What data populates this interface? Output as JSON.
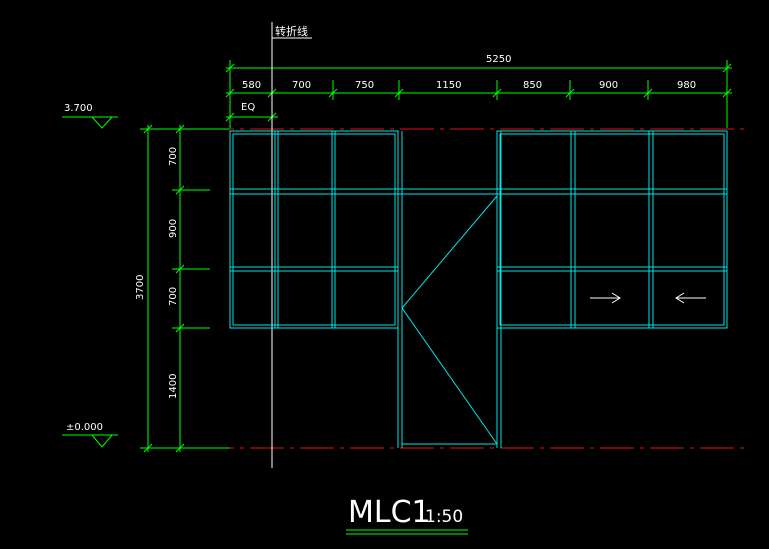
{
  "labels": {
    "fold_line": "转折线",
    "top_total": "5250",
    "top_segments": [
      "580",
      "700",
      "750",
      "1150",
      "850",
      "900",
      "980"
    ],
    "eq": "EQ",
    "left_total": "3700",
    "left_segments": [
      "700",
      "900",
      "700",
      "1400"
    ],
    "elev_top": "3.700",
    "elev_bottom": "±0.000",
    "title_main": "MLC1",
    "title_scale": "1:50"
  },
  "colors": {
    "dimension": "#00ff00",
    "frame": "#00e5e5",
    "level_line": "#e81010",
    "text": "#ffffff",
    "background": "#000000"
  },
  "icons": {
    "slide_right": "arrow-right-icon",
    "slide_left": "arrow-left-icon"
  }
}
